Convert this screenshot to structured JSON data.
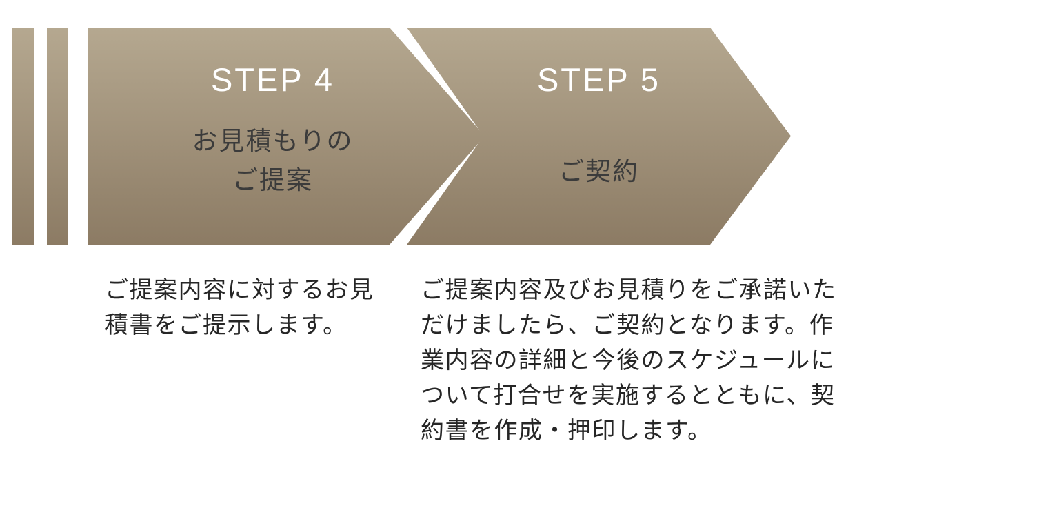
{
  "colors": {
    "gradient_top": "#b5a890",
    "gradient_bottom": "#8c7b64",
    "step_label": "#ffffff",
    "subtitle": "#3b3b3b",
    "body_text": "#262626"
  },
  "steps": [
    {
      "label": "STEP 4",
      "title": "お見積もりの\nご提案",
      "description": "ご提案内容に対するお見\n積書をご提示します。"
    },
    {
      "label": "STEP 5",
      "title": "ご契約",
      "description": "ご提案内容及びお見積りをご承諾いた\nだけましたら、ご契約となります。作\n業内容の詳細と今後のスケジュールに\nついて打合せを実施するとともに、契\n約書を作成・押印します。"
    }
  ]
}
